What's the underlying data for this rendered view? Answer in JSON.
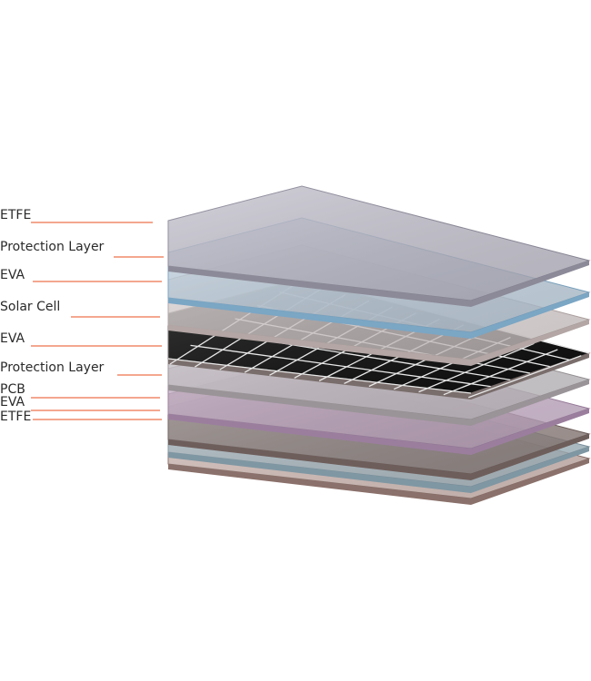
{
  "layers": [
    {
      "label": "ETFE",
      "fill": "#b7b5c3",
      "edge": "#8c8a99"
    },
    {
      "label": "Protection Layer",
      "fill": "#b8ccdc",
      "edge": "#7ba6c4"
    },
    {
      "label": "EVA",
      "fill": "#d8d0cf",
      "edge": "#b3a6a5"
    },
    {
      "label": "Solar Cell",
      "fill": "#0d0d0d",
      "edge": "#7a6e6c"
    },
    {
      "label": "EVA",
      "fill": "#c7c3c6",
      "edge": "#9a9498"
    },
    {
      "label": "Protection Layer",
      "fill": "#c6acc8",
      "edge": "#9b7e9e"
    },
    {
      "label": "PCB",
      "fill": "#8e7d7a",
      "edge": "#6e5e5b"
    },
    {
      "label": "EVA",
      "fill": "#a7bcc6",
      "edge": "#7f97a3"
    },
    {
      "label": "ETFE",
      "fill": "#c9b0a9",
      "edge": "#8b716b"
    }
  ],
  "colors": {
    "leader_line": "#f08a6a",
    "label_text": "#2a2a2a",
    "cell_grid": "#e8e8e8"
  },
  "solar_cell_grid": {
    "columns": 12,
    "rows": 6
  }
}
